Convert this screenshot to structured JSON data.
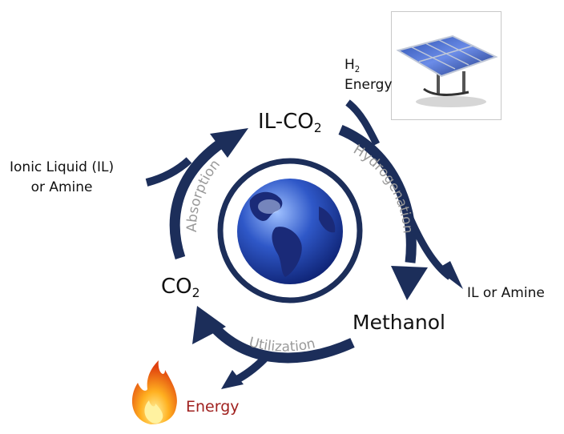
{
  "nodes": {
    "il_co2": {
      "main": "IL-CO",
      "sub": "2"
    },
    "ionic_liquid": {
      "line1": "Ionic Liquid (IL)",
      "line2": "or Amine"
    },
    "h2_energy": {
      "h": "H",
      "sub": "2",
      "line2": "Energy"
    },
    "methanol": "Methanol",
    "co2": {
      "main": "CO",
      "sub": "2"
    },
    "il_or_amine": "IL or Amine",
    "energy_out": "Energy"
  },
  "arrow_labels": {
    "absorption": "Absorption",
    "hydrogenation": "Hydrogenation",
    "utilization": "Utilization"
  },
  "colors": {
    "arrow": "#1c2e5a",
    "arc_label": "#9a9a9a",
    "energy_text": "#a0211f",
    "globe_ocean": "#2f58c8",
    "globe_land": "#1a2a78",
    "flame": "#f07a10"
  },
  "icons": [
    "globe-icon",
    "solar-panel-icon",
    "flame-icon"
  ]
}
